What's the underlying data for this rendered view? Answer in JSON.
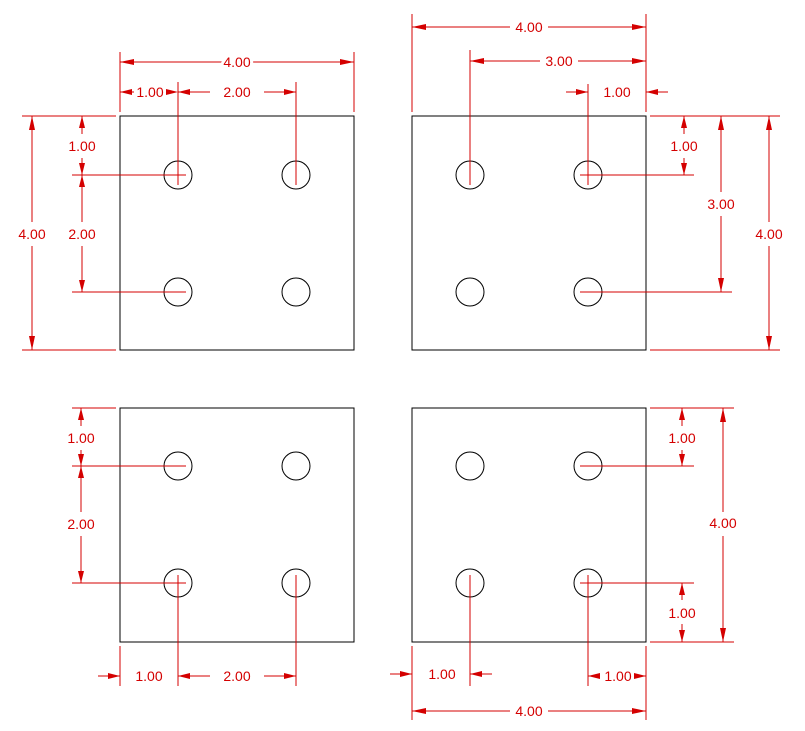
{
  "colors": {
    "geometry": "#000000",
    "dimension": "#d40000",
    "background": "#ffffff"
  },
  "drawings": [
    {
      "name": "top-left",
      "dimensions": [
        {
          "value": "4.00"
        },
        {
          "value": "1.00"
        },
        {
          "value": "2.00"
        },
        {
          "value": "4.00"
        },
        {
          "value": "1.00"
        },
        {
          "value": "2.00"
        }
      ]
    },
    {
      "name": "top-right",
      "dimensions": [
        {
          "value": "4.00"
        },
        {
          "value": "3.00"
        },
        {
          "value": "1.00"
        },
        {
          "value": "1.00"
        },
        {
          "value": "3.00"
        },
        {
          "value": "4.00"
        }
      ]
    },
    {
      "name": "bottom-left",
      "dimensions": [
        {
          "value": "1.00"
        },
        {
          "value": "2.00"
        },
        {
          "value": "1.00"
        },
        {
          "value": "2.00"
        }
      ]
    },
    {
      "name": "bottom-right",
      "dimensions": [
        {
          "value": "1.00"
        },
        {
          "value": "4.00"
        },
        {
          "value": "1.00"
        },
        {
          "value": "1.00"
        },
        {
          "value": "1.00"
        },
        {
          "value": "4.00"
        }
      ]
    }
  ]
}
